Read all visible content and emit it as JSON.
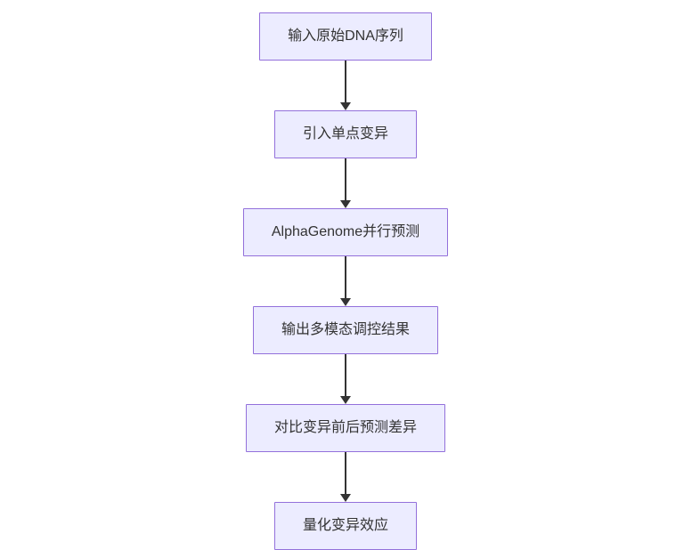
{
  "flowchart": {
    "type": "flowchart-top-down",
    "theme": {
      "background": "#ffffff",
      "node_fill": "#ECECFF",
      "node_border": "#9370DB",
      "text_color": "#333333",
      "arrow_color": "#333333"
    },
    "nodes": [
      {
        "label": "输入原始DNA序列"
      },
      {
        "label": "引入单点变异"
      },
      {
        "label": "AlphaGenome并行预测"
      },
      {
        "label": "输出多模态调控结果"
      },
      {
        "label": "对比变异前后预测差异"
      },
      {
        "label": "量化变异效应"
      }
    ],
    "edges": [
      {
        "from": "输入原始DNA序列",
        "to": "引入单点变异"
      },
      {
        "from": "引入单点变异",
        "to": "AlphaGenome并行预测"
      },
      {
        "from": "AlphaGenome并行预测",
        "to": "输出多模态调控结果"
      },
      {
        "from": "输出多模态调控结果",
        "to": "对比变异前后预测差异"
      },
      {
        "from": "对比变异前后预测差异",
        "to": "量化变异效应"
      }
    ]
  }
}
